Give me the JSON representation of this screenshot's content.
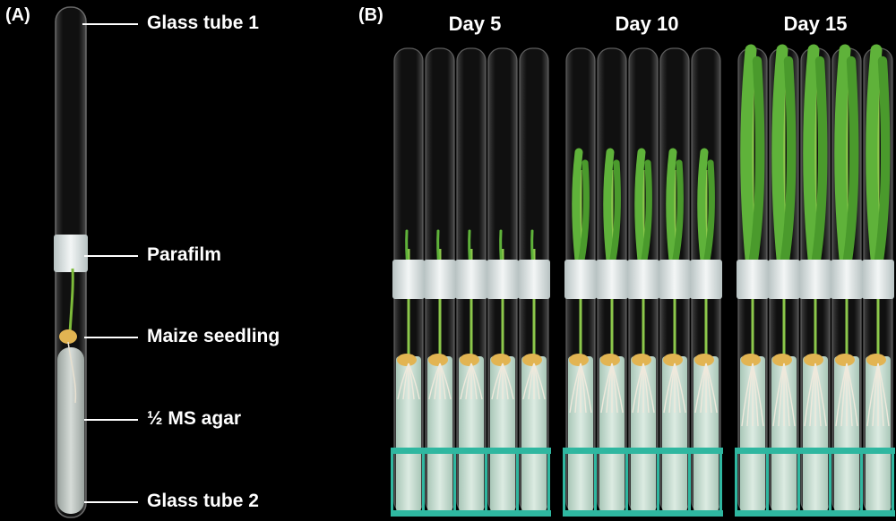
{
  "panel_a": {
    "label": "(A)",
    "callouts": [
      "Glass tube 1",
      "Parafilm",
      "Maize seedling",
      "½ MS agar",
      "Glass tube 2"
    ]
  },
  "panel_b": {
    "label": "(B)",
    "groups": [
      {
        "day": "Day 5",
        "tubes": 5,
        "growth_stage": "small"
      },
      {
        "day": "Day 10",
        "tubes": 5,
        "growth_stage": "medium"
      },
      {
        "day": "Day 15",
        "tubes": 5,
        "growth_stage": "large"
      }
    ]
  },
  "colors": {
    "background": "#000000",
    "label_text": "#ffffff",
    "agar": "#d8e6de",
    "parafilm": "#e8eeee",
    "leaf": "#5fb23a",
    "seed": "#e2b452",
    "rack": "#2fb7a0"
  }
}
